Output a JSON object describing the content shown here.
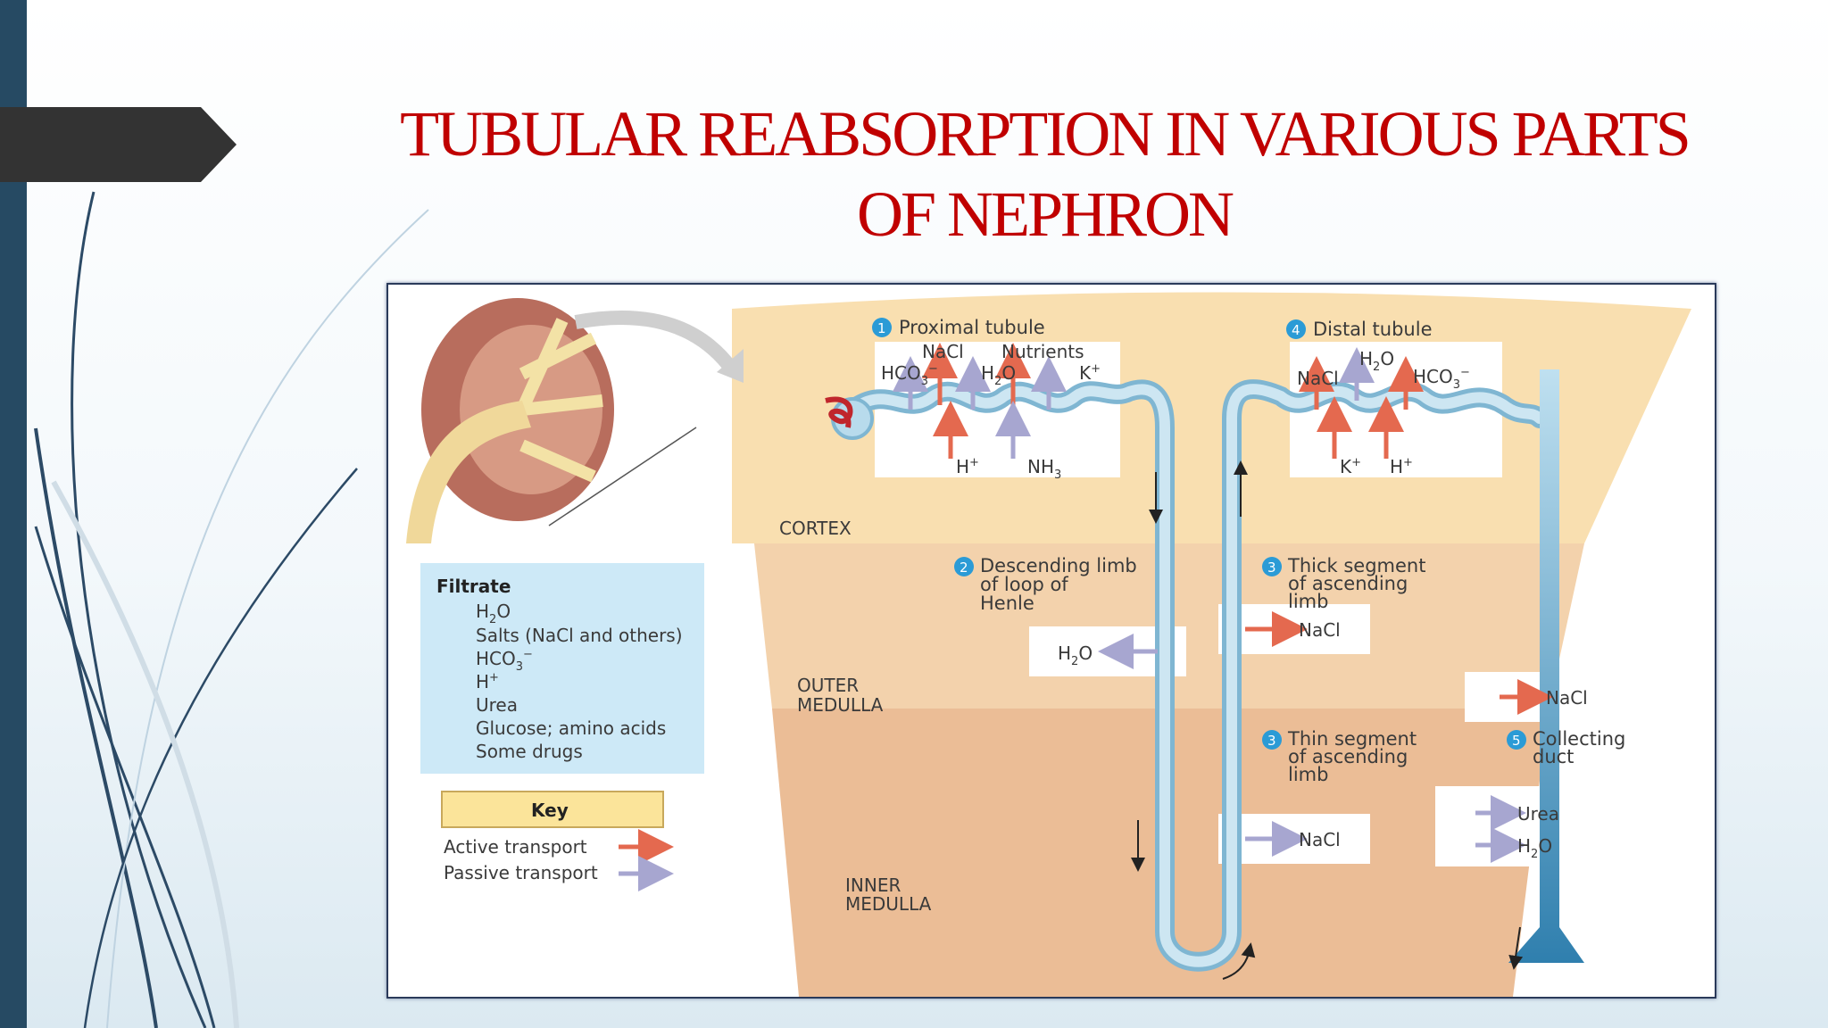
{
  "slide": {
    "title_line1": "TUBULAR REABSORPTION  IN VARIOUS PARTS",
    "title_line2": "OF NEPHRON",
    "colors": {
      "title": "#c00000",
      "left_bar": "#264a63",
      "tab": "#333333",
      "active": "#e4694f",
      "passive": "#a7a6d0"
    }
  },
  "diagram": {
    "regions": {
      "cortex": "CORTEX",
      "outer_medulla_1": "OUTER",
      "outer_medulla_2": "MEDULLA",
      "inner_medulla_1": "INNER",
      "inner_medulla_2": "MEDULLA"
    },
    "proximal": {
      "number": "1",
      "label": "Proximal tubule",
      "nacl": "NaCl",
      "nutrients": "Nutrients",
      "hco3": "HCO",
      "hco3_sub": "3",
      "hco3_sup": "−",
      "h2o": "H",
      "h2o_sub": "2",
      "h2o_end": "O",
      "k": "K",
      "k_sup": "+",
      "h": "H",
      "h_sup": "+",
      "nh3": "NH",
      "nh3_sub": "3"
    },
    "distal": {
      "number": "4",
      "label": "Distal tubule",
      "h2o": "H",
      "h2o_sub": "2",
      "h2o_end": "O",
      "nacl": "NaCl",
      "hco3": "HCO",
      "hco3_sub": "3",
      "hco3_sup": "−",
      "k": "K",
      "k_sup": "+",
      "h": "H",
      "h_sup": "+"
    },
    "descending": {
      "number": "2",
      "line1": "Descending limb",
      "line2": "of loop of",
      "line3": "Henle",
      "box": "H",
      "box_sub": "2",
      "box_end": "O"
    },
    "thick": {
      "number": "3",
      "line1": "Thick segment",
      "line2": "of ascending",
      "line3": "limb",
      "box": "NaCl"
    },
    "thin": {
      "number": "3",
      "line1": "Thin segment",
      "line2": "of ascending",
      "line3": "limb",
      "box": "NaCl"
    },
    "collecting": {
      "number": "5",
      "line1": "Collecting",
      "line2": "duct",
      "box_top": "NaCl",
      "urea": "Urea",
      "h2o": "H",
      "h2o_sub": "2",
      "h2o_end": "O"
    },
    "filtrate": {
      "title": "Filtrate",
      "h2o": "H",
      "h2o_sub": "2",
      "h2o_end": "O",
      "salts": "Salts (NaCl and others)",
      "hco3": "HCO",
      "hco3_sub": "3",
      "hco3_sup": "−",
      "h": "H",
      "h_sup": "+",
      "urea": "Urea",
      "glucose": "Glucose; amino acids",
      "drugs": "Some drugs"
    },
    "key": {
      "title": "Key",
      "active": "Active transport",
      "passive": "Passive transport"
    }
  }
}
